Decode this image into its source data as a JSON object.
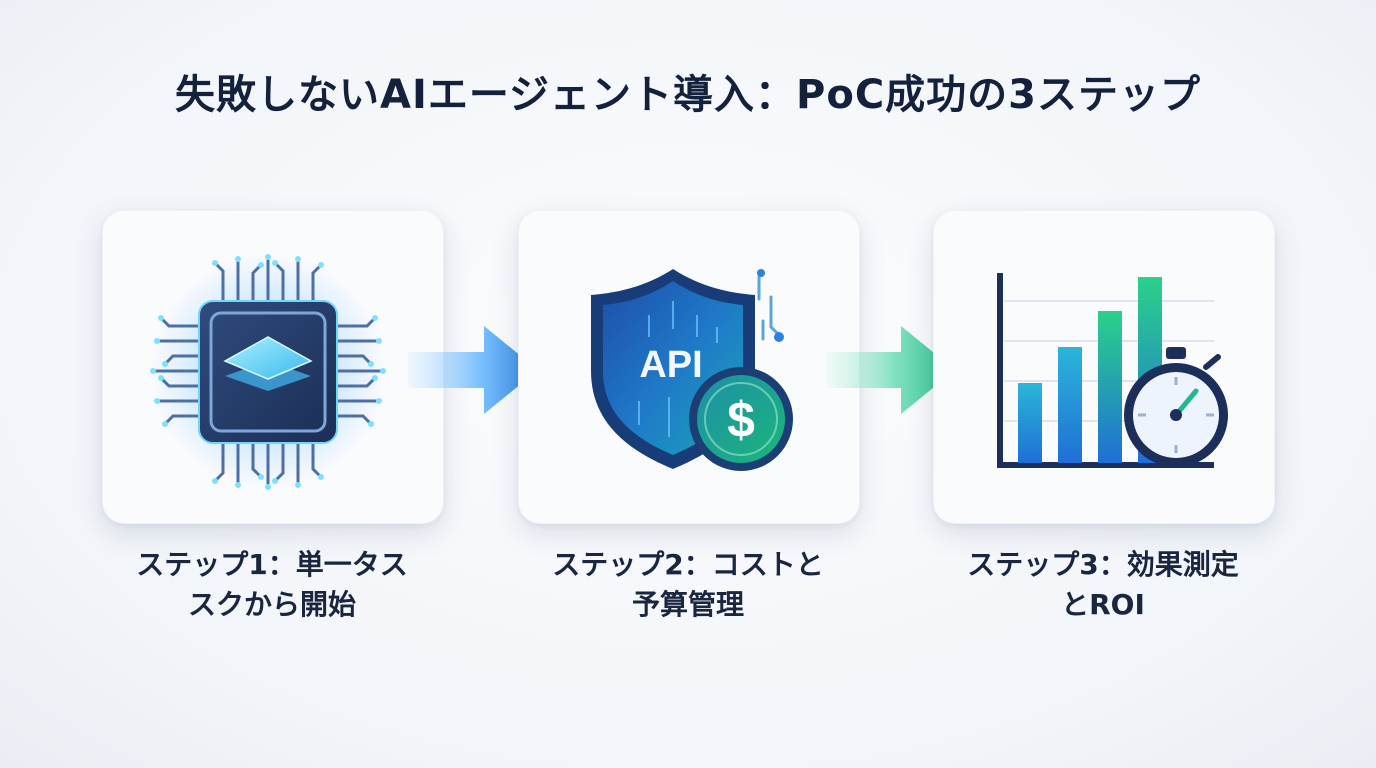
{
  "title": "失敗しないAIエージェント導入：PoC成功の3ステップ",
  "steps": [
    {
      "caption_line1": "ステップ1：単一タス",
      "caption_line2": "スクから開始",
      "icon": "chip-icon"
    },
    {
      "caption_line1": "ステップ2：コストと",
      "caption_line2": "予算管理",
      "icon": "api-shield-dollar-icon",
      "badge_text": "API",
      "coin_text": "$"
    },
    {
      "caption_line1": "ステップ3：効果測定",
      "caption_line2": "とROI",
      "icon": "bar-chart-stopwatch-icon"
    }
  ],
  "colors": {
    "title": "#14213d",
    "blue": "#2f7fe0",
    "teal": "#22b8c8",
    "green": "#2bd18a",
    "navy": "#1c2f5a"
  }
}
